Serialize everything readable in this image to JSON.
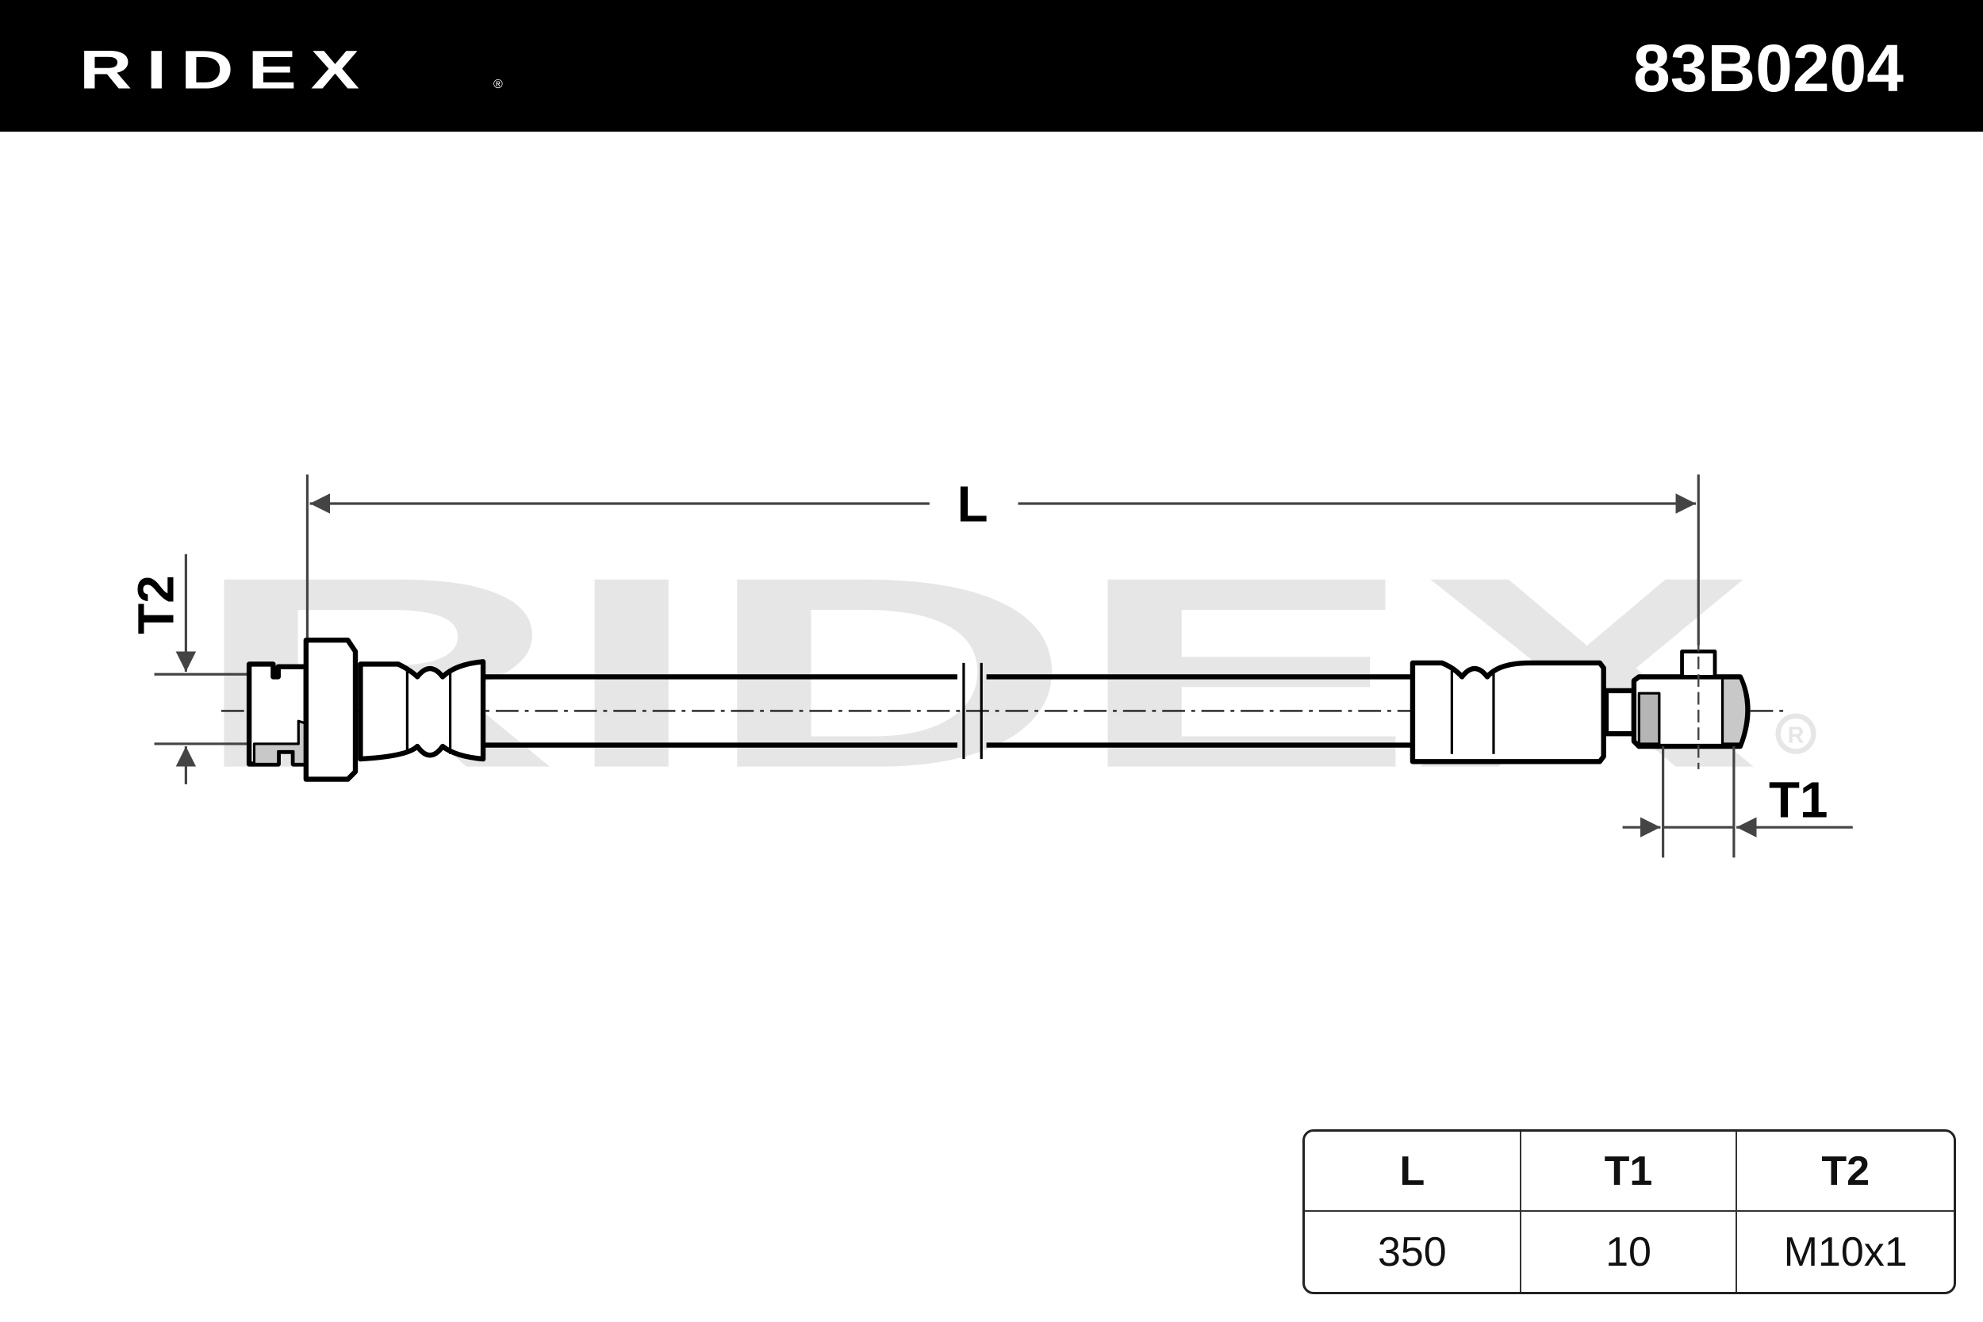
{
  "header": {
    "brand": "RIDEX",
    "registered": "®",
    "part_number": "83B0204"
  },
  "watermark": {
    "text": "RIDEX",
    "registered": "®"
  },
  "dimensions": {
    "length_label": "L",
    "t1_label": "T1",
    "t2_label": "T2"
  },
  "spec_table": {
    "headers": [
      "L",
      "T1",
      "T2"
    ],
    "values": [
      "350",
      "10",
      "M10x1"
    ]
  },
  "colors": {
    "header_bg": "#000000",
    "watermark": "#e6e6e6",
    "shade": "#c8c8c8",
    "dimension": "#444444"
  }
}
